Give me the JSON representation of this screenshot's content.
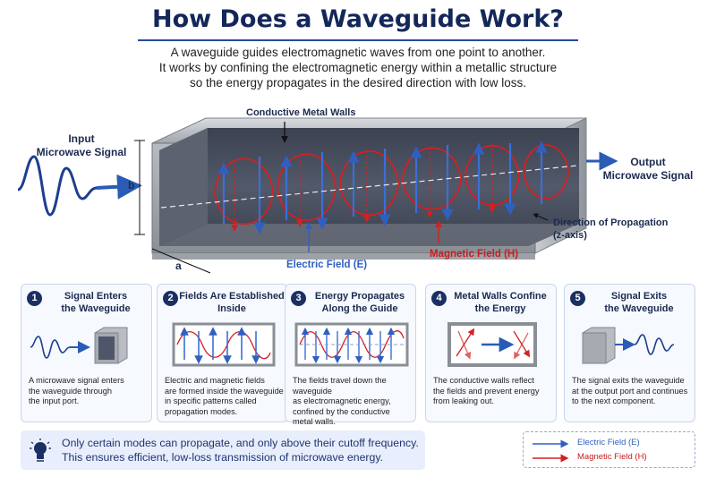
{
  "title": "How Does a Waveguide Work?",
  "intro": [
    "A waveguide guides electromagnetic waves from one point to another.",
    "It works by confining the electromagnetic energy within a metallic structure",
    "so the energy propagates in the desired direction with low loss."
  ],
  "diagram": {
    "input_label": [
      "Input",
      "Microwave Signal"
    ],
    "output_label": [
      "Output",
      "Microwave Signal"
    ],
    "walls_label": "Conductive Metal Walls",
    "dim_b": "b",
    "dim_a": "a",
    "direction_label": [
      "Direction of Propagation",
      "(z-axis)"
    ],
    "electric_label": "Electric Field (E)",
    "magnetic_label": "Magnetic Field (H)"
  },
  "steps": [
    {
      "num": "1",
      "title": [
        "Signal Enters",
        "the Waveguide"
      ],
      "desc": [
        "A microwave signal enters",
        "the waveguide through",
        "the input port."
      ]
    },
    {
      "num": "2",
      "title": [
        "Fields Are Established",
        "Inside"
      ],
      "desc": [
        "Electric and magnetic fields",
        "are formed inside the waveguide",
        "in specific patterns called",
        "propagation modes."
      ]
    },
    {
      "num": "3",
      "title": [
        "Energy Propagates",
        "Along the Guide"
      ],
      "desc": [
        "The fields travel down the waveguide",
        "as electromagnetic energy,",
        "confined by the conductive",
        "metal walls."
      ]
    },
    {
      "num": "4",
      "title": [
        "Metal Walls Confine",
        "the Energy"
      ],
      "desc": [
        "The conductive walls reflect",
        "the fields and prevent energy",
        "from leaking out."
      ]
    },
    {
      "num": "5",
      "title": [
        "Signal Exits",
        "the Waveguide"
      ],
      "desc": [
        "The signal exits the waveguide",
        "at the output port and continues",
        "to the next component."
      ]
    }
  ],
  "note": [
    "Only certain modes can propagate, and only above their cutoff frequency.",
    "This ensures efficient, low-loss transmission of microwave energy."
  ],
  "legend": {
    "electric": "Electric Field (E)",
    "magnetic": "Magnetic Field (H)"
  },
  "colors": {
    "navy": "#14275a",
    "electric_blue": "#2f5fc0",
    "magnetic_red": "#d42020",
    "metal": "#a9adb3"
  }
}
